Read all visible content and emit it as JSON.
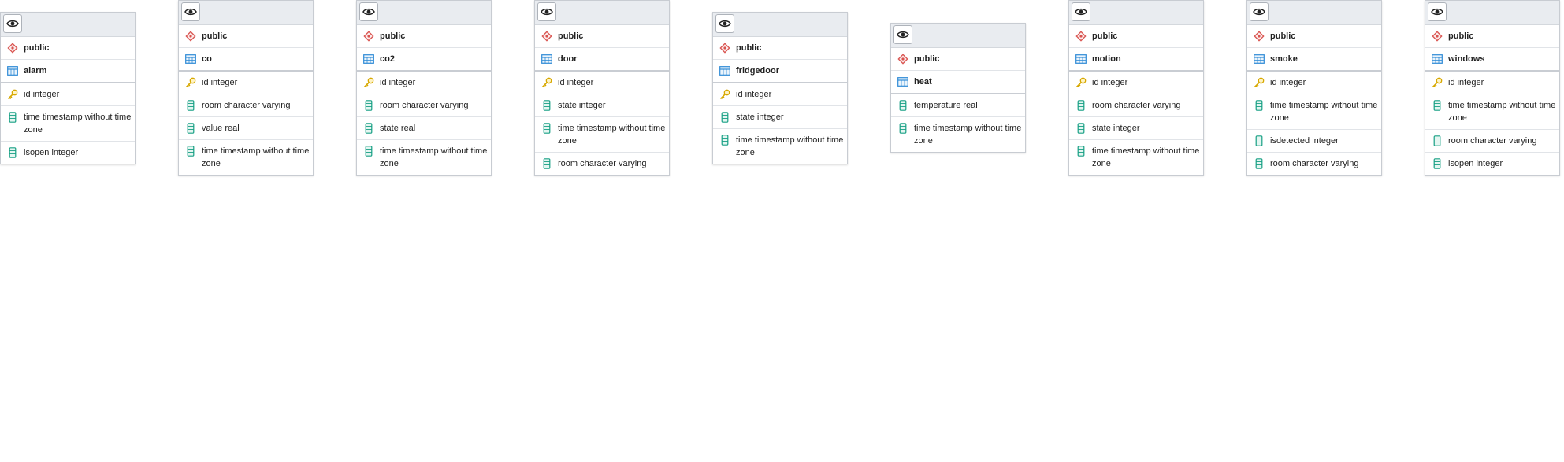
{
  "app": {
    "view": "ERD diagram"
  },
  "colors": {
    "header_bg": "#e9ecf0",
    "schema_icon": "#d9534f",
    "table_icon": "#2f8bd6",
    "key_icon": "#d7a800",
    "column_icon": "#18a085"
  },
  "tables": [
    {
      "schema": "public",
      "name": "alarm",
      "columns": [
        {
          "label": "id integer",
          "kind": "pk"
        },
        {
          "label": "time timestamp without time zone",
          "kind": "col"
        },
        {
          "label": "isopen integer",
          "kind": "col"
        }
      ]
    },
    {
      "schema": "public",
      "name": "co",
      "columns": [
        {
          "label": "id integer",
          "kind": "pk"
        },
        {
          "label": "room character varying",
          "kind": "col"
        },
        {
          "label": "value real",
          "kind": "col"
        },
        {
          "label": "time timestamp without time zone",
          "kind": "col"
        }
      ]
    },
    {
      "schema": "public",
      "name": "co2",
      "columns": [
        {
          "label": "id integer",
          "kind": "pk"
        },
        {
          "label": "room character varying",
          "kind": "col"
        },
        {
          "label": "state real",
          "kind": "col"
        },
        {
          "label": "time timestamp without time zone",
          "kind": "col"
        }
      ]
    },
    {
      "schema": "public",
      "name": "door",
      "columns": [
        {
          "label": "id integer",
          "kind": "pk"
        },
        {
          "label": "state integer",
          "kind": "col"
        },
        {
          "label": "time timestamp without time zone",
          "kind": "col"
        },
        {
          "label": "room character varying",
          "kind": "col"
        }
      ]
    },
    {
      "schema": "public",
      "name": "fridgedoor",
      "columns": [
        {
          "label": "id integer",
          "kind": "pk"
        },
        {
          "label": "state integer",
          "kind": "col"
        },
        {
          "label": "time timestamp without time zone",
          "kind": "col"
        }
      ]
    },
    {
      "schema": "public",
      "name": "heat",
      "columns": [
        {
          "label": "temperature real",
          "kind": "col"
        },
        {
          "label": "time timestamp without time zone",
          "kind": "col"
        }
      ]
    },
    {
      "schema": "public",
      "name": "motion",
      "columns": [
        {
          "label": "id integer",
          "kind": "pk"
        },
        {
          "label": "room character varying",
          "kind": "col"
        },
        {
          "label": "state integer",
          "kind": "col"
        },
        {
          "label": "time timestamp without time zone",
          "kind": "col"
        }
      ]
    },
    {
      "schema": "public",
      "name": "smoke",
      "columns": [
        {
          "label": "id integer",
          "kind": "pk"
        },
        {
          "label": "time timestamp without time zone",
          "kind": "col"
        },
        {
          "label": "isdetected integer",
          "kind": "col"
        },
        {
          "label": "room character varying",
          "kind": "col"
        }
      ]
    },
    {
      "schema": "public",
      "name": "windows",
      "columns": [
        {
          "label": "id integer",
          "kind": "pk"
        },
        {
          "label": "time timestamp without time zone",
          "kind": "col"
        },
        {
          "label": "room character varying",
          "kind": "col"
        },
        {
          "label": "isopen integer",
          "kind": "col"
        }
      ]
    }
  ]
}
